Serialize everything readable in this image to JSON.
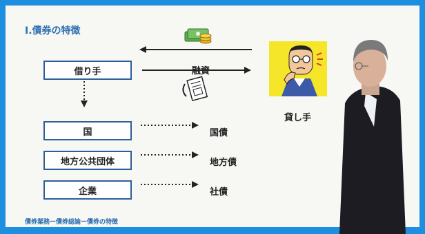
{
  "slide": {
    "title": "I.債券の特徴",
    "footer": "債券業務ー債券総論ー債券の特徴"
  },
  "diagram": {
    "borrower": "借り手",
    "lender": "貸し手",
    "loan_label": "融資",
    "issuers": [
      {
        "issuer": "国",
        "bond": "国債"
      },
      {
        "issuer": "地方公共団体",
        "bond": "地方債"
      },
      {
        "issuer": "企業",
        "bond": "社債"
      }
    ]
  },
  "colors": {
    "accent_blue": "#2d6fb0",
    "frame_blue": "#1d8ee0",
    "box_border": "#2c5f9a"
  }
}
